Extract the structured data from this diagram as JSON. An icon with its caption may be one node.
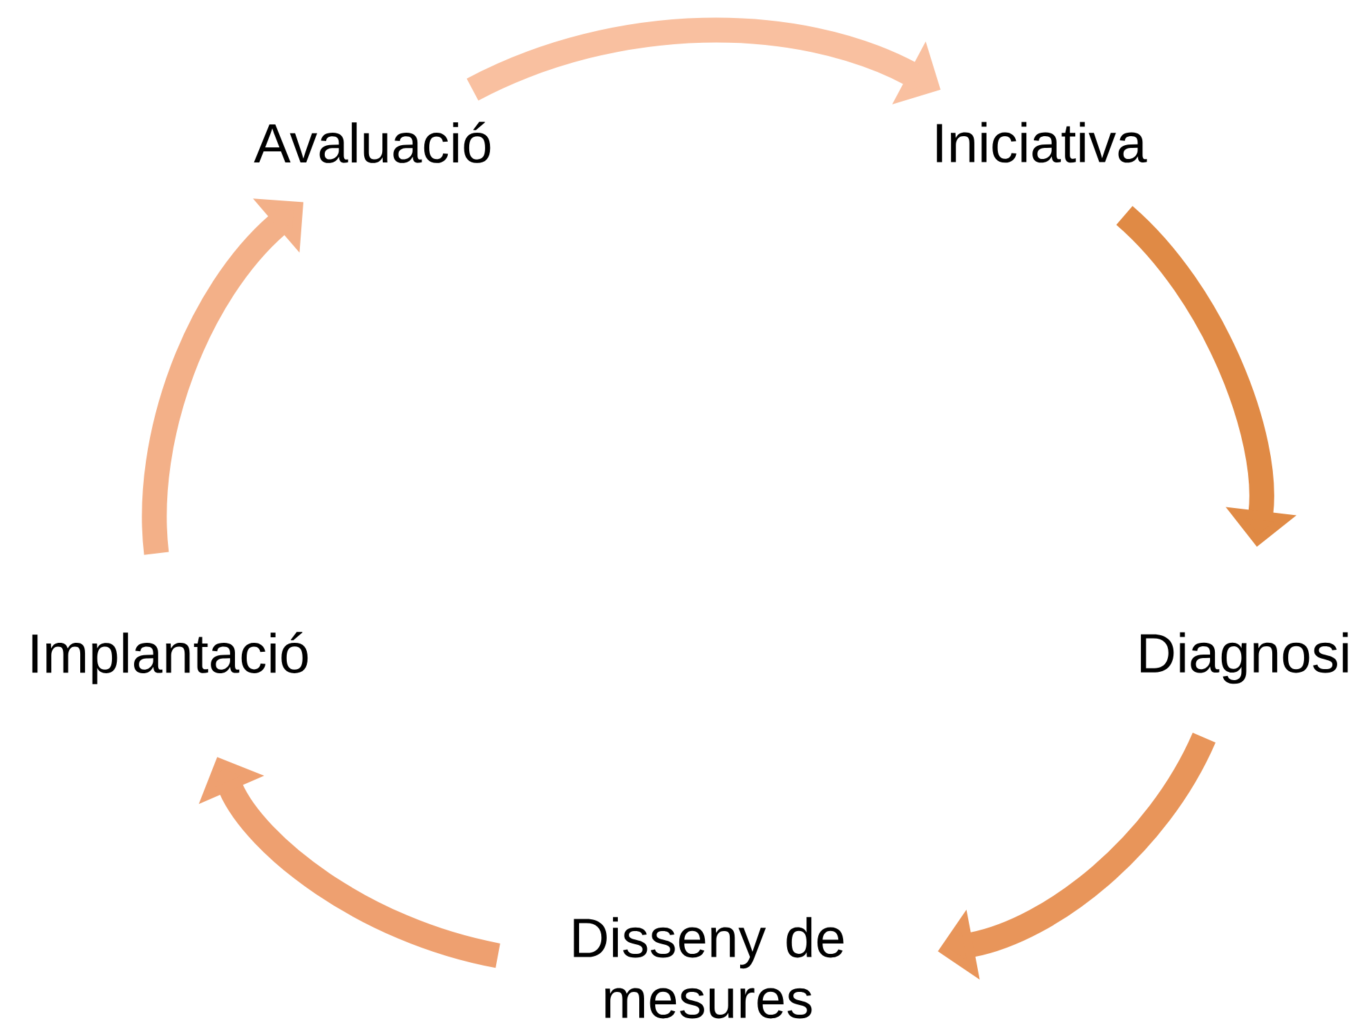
{
  "diagram": {
    "nodes": [
      {
        "text": [
          "Iniciativa"
        ]
      },
      {
        "text": [
          "Diagnosi"
        ]
      },
      {
        "text": [
          "Disseny de mesures"
        ]
      },
      {
        "text": [
          "Implantació"
        ]
      },
      {
        "text": [
          "Avaluació"
        ]
      }
    ],
    "edges": [
      {
        "from": 4,
        "to": 0,
        "arrow": "to",
        "color": "#f9c0a0"
      },
      {
        "from": 0,
        "to": 1,
        "arrow": "to",
        "color": "#e08a45"
      },
      {
        "from": 1,
        "to": 2,
        "arrow": "to",
        "color": "#e8955a"
      },
      {
        "from": 2,
        "to": 3,
        "arrow": "to",
        "color": "#eea070"
      },
      {
        "from": 3,
        "to": 4,
        "arrow": "to",
        "color": "#f3b088"
      }
    ]
  }
}
